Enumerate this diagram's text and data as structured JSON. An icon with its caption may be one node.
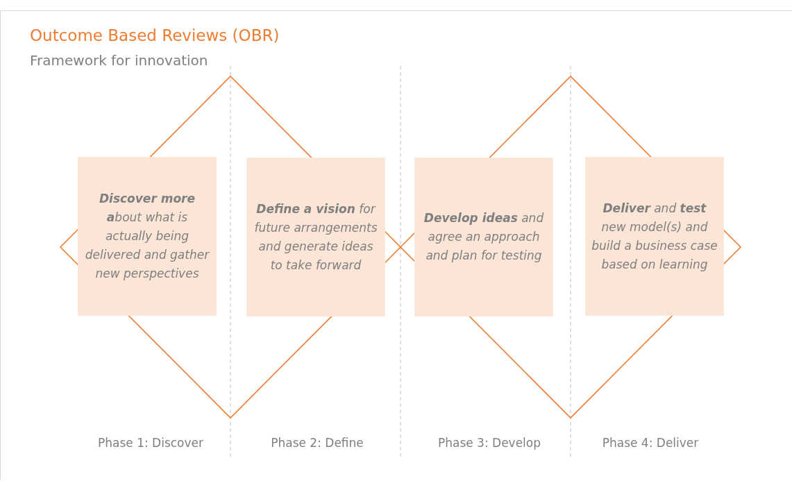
{
  "diagram": {
    "title": "Outcome Based Reviews (OBR)",
    "nodes": [
      {
        "text": [
          "**Discover more a**bout what is actually being delivered and gather new perspectives"
        ]
      },
      {
        "text": [
          "**Define a vision** for future arrangements and generate ideas to take forward"
        ]
      },
      {
        "text": [
          "**Develop ideas** and agree an approach and plan for testing"
        ]
      },
      {
        "text": [
          "**Deliver** and **test** new model(s) and build a business case based on learning"
        ]
      }
    ],
    "labels": [
      "Framework for innovation",
      "Phase 1: Discover",
      "Phase 2: Define",
      "Phase 3: Develop",
      "Phase 4: Deliver"
    ]
  }
}
